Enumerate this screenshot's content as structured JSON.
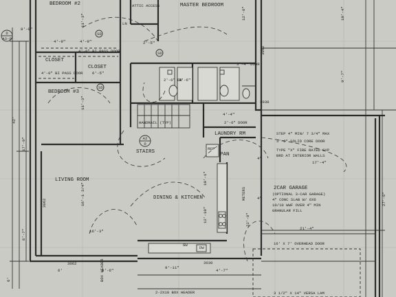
{
  "rooms": {
    "bedroom2": "BEDROOM #2",
    "master": "MASTER BEDROOM",
    "bedroom3": "BEDROOM #3",
    "closet1": "CLOSET",
    "closet2": "CLOSET",
    "living": "LIVING ROOM",
    "dining": "DINING & KITCHEN",
    "laundry": "LAUNDRY RM",
    "pan": "PAN",
    "stairs": "STAIRS",
    "handrail": "HANDRAIL (TYP)",
    "attic": "ATTIC ACCESS",
    "ln": "LN"
  },
  "symbols": {
    "section_top": "D",
    "section_bottom": "A3-0",
    "stairs_top": "A2",
    "stairs_bottom": "O"
  },
  "garage": {
    "title": "2CAR GARAGE",
    "line1": "(OPTIONAL 3-CAR GARAGE)",
    "line2": "4\" CONC SLAB W/ 6X6",
    "line3": "10/10 WWF OVER 4\" MIN",
    "line4": "GRANULAR FILL",
    "overhead": "16' X 7' OVERHEAD DOOR",
    "versa": "3 1/2\" X 14\" VERSA LAM"
  },
  "notes": {
    "step": "STEP 4\" MIN/ 7 3/4\" MAX",
    "door": "3'-0\" SOLID CORE DOOR",
    "gyp1": "TYPE \"X\" FIRE RATED GYP",
    "gyp2": "BRD AT INTERIOR WALLS",
    "header": "2-2X10  BOX HEADER",
    "box": "BOX HEADER",
    "pass1": "4'-0\" BI PASS DOOR",
    "pass2": "4'-0\" BI PASS DOOR",
    "dr1": "3'-4\" DOOR",
    "dr2": "2'-6\" DR",
    "dr3": "2'-6\" DOOR",
    "wdw1": "3062",
    "wdw2": "3062",
    "wdw3": "3062",
    "wdw4": "3030",
    "wdw5": "3030",
    "gw": "GW",
    "dw": "DW",
    "ref": "REF",
    "meters": "METERS",
    "sd1": "SD",
    "sd2": "SD",
    "sd3": "SD"
  },
  "dims": {
    "d1": "8'-0\"",
    "d2": "4'-9\"",
    "d3": "4'-9\"",
    "d4": "2'-5\"",
    "d5": "12'-8\"",
    "d6": "10'-4\"",
    "d7": "9'-7\"",
    "d8": "42'",
    "d9": "17'-9\"",
    "d10": "11'-3\"",
    "d11": "16'-1 3/4\"",
    "d12": "8'-7\"",
    "d13": "16'-3\"",
    "d14": "12'-10\"",
    "d15": "10'-1\"",
    "d16": "22'-8\"",
    "d17": "17'-4\"",
    "d18": "21'-4\"",
    "d19": "27'-8\"",
    "d20": "9'-11\"",
    "d21": "4'-7\"",
    "d22": "8'-6\"",
    "d23": "6'",
    "d24": "6'",
    "d25": "4\"",
    "d26": "4\"",
    "d27": "8'-6\"",
    "d28": "6'-5\"",
    "d29": "11'-3\"",
    "d30": "4'-4\""
  }
}
